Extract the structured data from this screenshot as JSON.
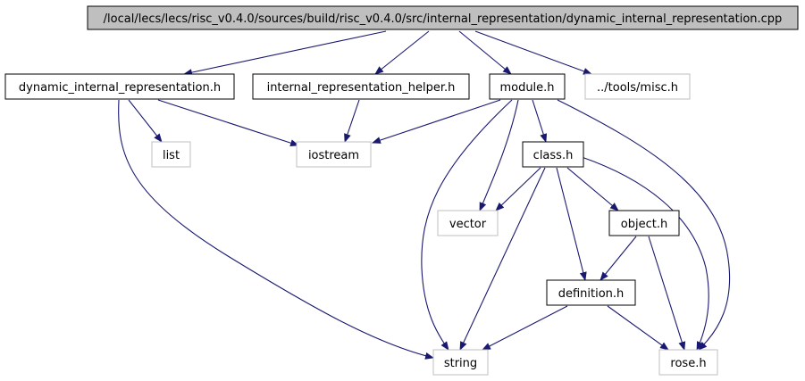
{
  "colors": {
    "edge": "#191970",
    "root_fill": "#bfbfbf",
    "node_border": "#000000",
    "external_border": "#bfbfbf",
    "text": "#000000"
  },
  "nodes": [
    {
      "id": "root",
      "label": "/local/lecs/lecs/risc_v0.4.0/sources/build/risc_v0.4.0/src/internal_representation/dynamic_internal_representation.cpp",
      "kind": "root"
    },
    {
      "id": "dir_h",
      "label": "dynamic_internal_representation.h",
      "kind": "file"
    },
    {
      "id": "irh_h",
      "label": "internal_representation_helper.h",
      "kind": "file"
    },
    {
      "id": "module_h",
      "label": "module.h",
      "kind": "file"
    },
    {
      "id": "misc_h",
      "label": "../tools/misc.h",
      "kind": "external"
    },
    {
      "id": "list",
      "label": "list",
      "kind": "external"
    },
    {
      "id": "iostream",
      "label": "iostream",
      "kind": "external"
    },
    {
      "id": "class_h",
      "label": "class.h",
      "kind": "file"
    },
    {
      "id": "vector",
      "label": "vector",
      "kind": "external"
    },
    {
      "id": "object_h",
      "label": "object.h",
      "kind": "file"
    },
    {
      "id": "definition_h",
      "label": "definition.h",
      "kind": "file"
    },
    {
      "id": "string",
      "label": "string",
      "kind": "external"
    },
    {
      "id": "rose_h",
      "label": "rose.h",
      "kind": "external"
    }
  ],
  "edges": [
    {
      "from": "root",
      "to": "dir_h"
    },
    {
      "from": "root",
      "to": "irh_h"
    },
    {
      "from": "root",
      "to": "module_h"
    },
    {
      "from": "root",
      "to": "misc_h"
    },
    {
      "from": "dir_h",
      "to": "list"
    },
    {
      "from": "dir_h",
      "to": "iostream"
    },
    {
      "from": "dir_h",
      "to": "string"
    },
    {
      "from": "irh_h",
      "to": "iostream"
    },
    {
      "from": "module_h",
      "to": "iostream"
    },
    {
      "from": "module_h",
      "to": "class_h"
    },
    {
      "from": "module_h",
      "to": "vector"
    },
    {
      "from": "module_h",
      "to": "string"
    },
    {
      "from": "module_h",
      "to": "rose_h"
    },
    {
      "from": "class_h",
      "to": "vector"
    },
    {
      "from": "class_h",
      "to": "object_h"
    },
    {
      "from": "class_h",
      "to": "definition_h"
    },
    {
      "from": "class_h",
      "to": "string"
    },
    {
      "from": "class_h",
      "to": "rose_h"
    },
    {
      "from": "object_h",
      "to": "definition_h"
    },
    {
      "from": "object_h",
      "to": "rose_h"
    },
    {
      "from": "definition_h",
      "to": "string"
    },
    {
      "from": "definition_h",
      "to": "rose_h"
    }
  ]
}
